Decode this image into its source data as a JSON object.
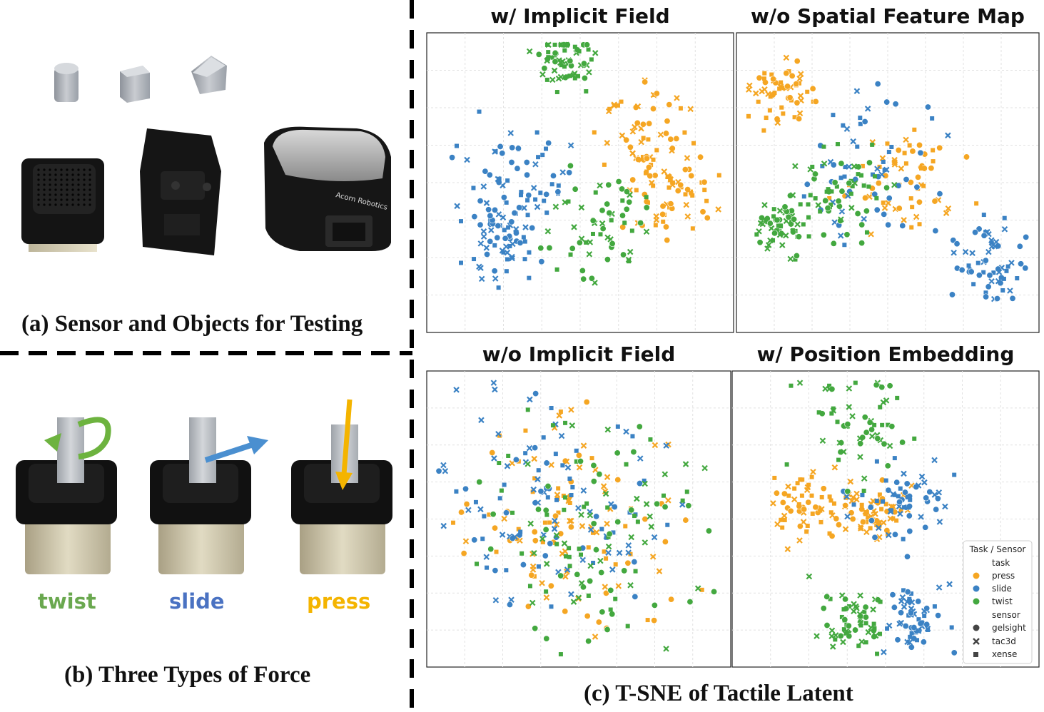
{
  "captions": {
    "a": "(a) Sensor and Objects for Testing",
    "b": "(b) Three Types of Force",
    "c": "(c) T-SNE of Tactile Latent"
  },
  "forces": {
    "twist": "twist",
    "slide": "slide",
    "press": "press"
  },
  "sensor_text": {
    "brand": "Acorn Robotics"
  },
  "colors": {
    "press": "#f5a623",
    "slide": "#3b82c4",
    "twist": "#43a83f",
    "twist_label": "#6aa84f",
    "slide_label": "#4a72c2",
    "press_label": "#f4b400"
  },
  "plots": [
    {
      "key": "p1",
      "title": "w/ Implicit Field"
    },
    {
      "key": "p2",
      "title": "w/o Spatial Feature Map"
    },
    {
      "key": "p3",
      "title": "w/o Implicit Field"
    },
    {
      "key": "p4",
      "title": "w/ Position Embedding"
    }
  ],
  "legend": {
    "title": "Task / Sensor",
    "task_header": "task",
    "tasks": [
      "press",
      "slide",
      "twist"
    ],
    "sensor_header": "sensor",
    "sensors": [
      "gelsight",
      "tac3d",
      "xense"
    ]
  }
}
